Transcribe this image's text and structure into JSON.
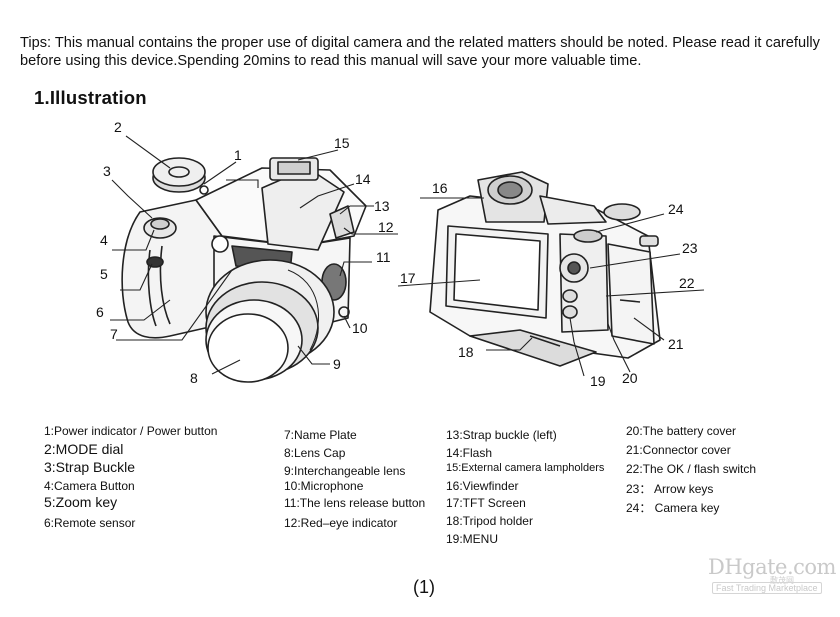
{
  "tips": "Tips: This manual contains the proper use of digital camera and the related matters should be noted. Please read it carefully before using this device.Spending 20mins to read this manual will save your more valuable time.",
  "section_title": "1.Illustration",
  "callouts": [
    "1",
    "2",
    "3",
    "4",
    "5",
    "6",
    "7",
    "8",
    "9",
    "10",
    "11",
    "12",
    "13",
    "14",
    "15",
    "16",
    "17",
    "18",
    "19",
    "20",
    "21",
    "22",
    "23",
    "24"
  ],
  "legend": {
    "col1": [
      "1:Power indicator / Power button",
      "2:MODE dial",
      "3:Strap Buckle",
      "4:Camera Button",
      "5:Zoom key",
      "6:Remote sensor"
    ],
    "col2": [
      "7:Name Plate",
      "8:Lens Cap",
      "9:Interchangeable lens",
      "10:Microphone",
      "11:The lens release button",
      "12:Red–eye indicator"
    ],
    "col3": [
      "13:Strap buckle (left)",
      "14:Flash",
      "15:External camera lampholders",
      "16:Viewfinder",
      "17:TFT Screen",
      "18:Tripod holder",
      "19:MENU"
    ],
    "col4": [
      "20:The battery cover",
      "21:Connector cover",
      "22:The OK / flash switch",
      "23： Arrow keys",
      "24： Camera key"
    ]
  },
  "page_number": "(1)",
  "watermark": {
    "logo": "DHgate.com",
    "cn": "敷茂网",
    "sub": "Fast Trading Marketplace"
  }
}
